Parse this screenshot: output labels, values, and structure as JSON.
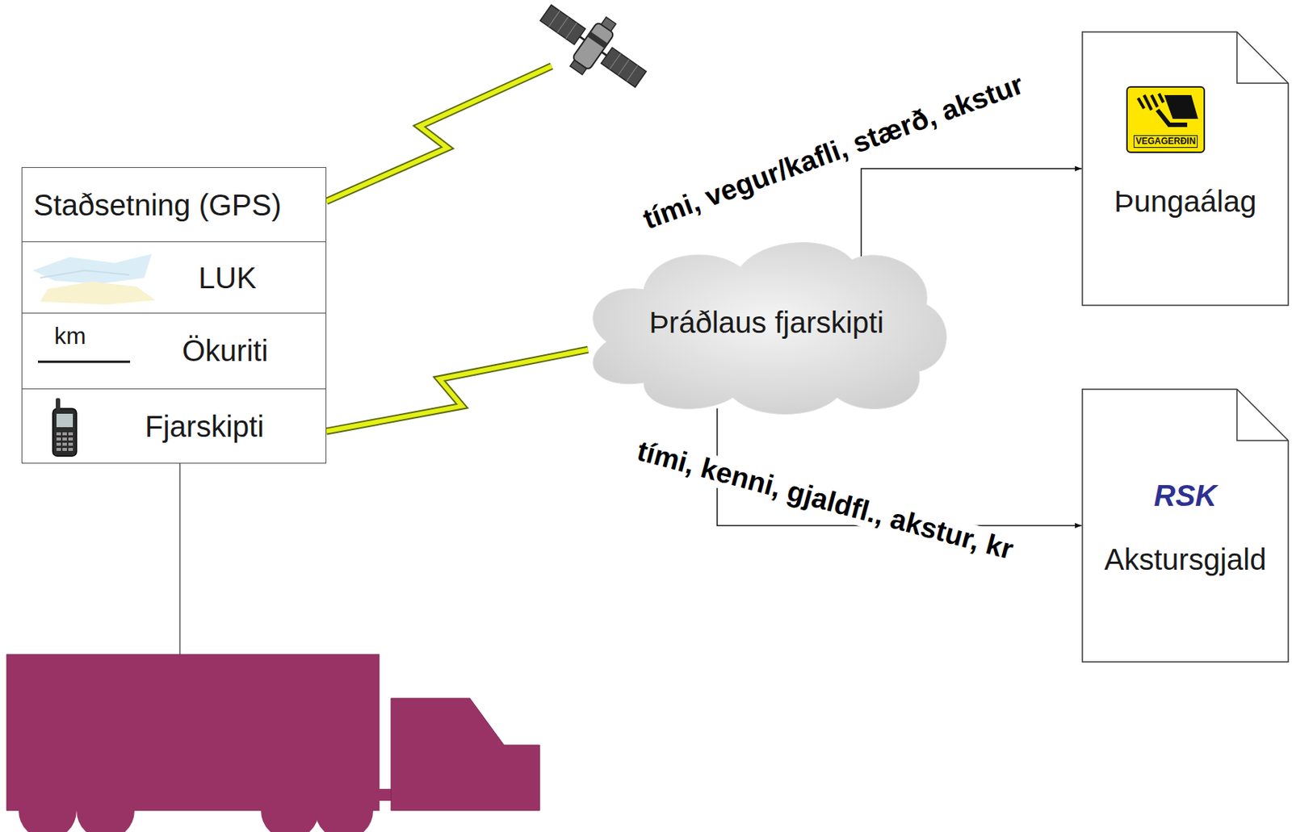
{
  "diagram": {
    "nodes": [
      {
        "text": [
          "Staðsetning (GPS)"
        ]
      },
      {
        "text": [
          "LUK"
        ]
      },
      {
        "text": [
          "km",
          "Ökuriti"
        ]
      },
      {
        "text": [
          "Fjarskipti"
        ]
      },
      {
        "text": [
          "Þráðlaus fjarskipti"
        ]
      },
      {
        "text": [
          "VEGAGERÐIN",
          "Þungaálag"
        ]
      },
      {
        "text": [
          "RSK",
          "Akstursgjald"
        ]
      }
    ],
    "edges": [
      {
        "from": 3,
        "to": 4,
        "arrow": "none"
      },
      {
        "from": 4,
        "to": 5,
        "label": "tími, vegur/kafli, stærð, akstur",
        "arrow": "to"
      },
      {
        "from": 4,
        "to": 6,
        "label": "tími, kenni, gjaldfl., akstur, kr",
        "arrow": "to"
      }
    ]
  }
}
